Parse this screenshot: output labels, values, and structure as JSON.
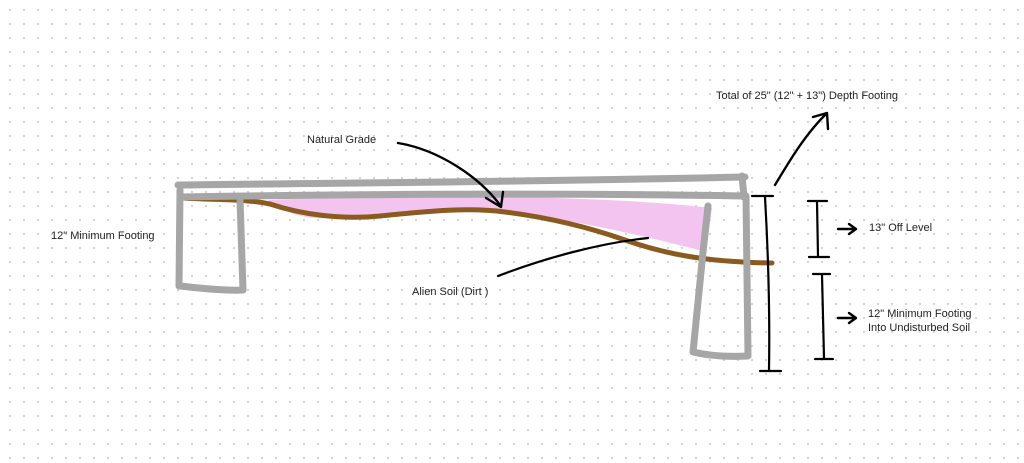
{
  "labels": {
    "total_depth": "Total of 25\" (12\" + 13\") Depth Footing",
    "natural_grade": "Natural Grade",
    "left_footing": "12\" Minimum Footing",
    "off_level": "13\" Off Level",
    "alien_soil": "Alien Soil  (Dirt )",
    "right_footing_line1": "12\" Minimum Footing",
    "right_footing_line2": "Into Undisturbed Soil"
  },
  "colors": {
    "footing": "#a6a6a6",
    "soil_line": "#8b5a1e",
    "fill_soil": "#f4c4f0",
    "ink": "#000000",
    "background": "#ffffff",
    "grid_dot": "#cfcfcf"
  }
}
